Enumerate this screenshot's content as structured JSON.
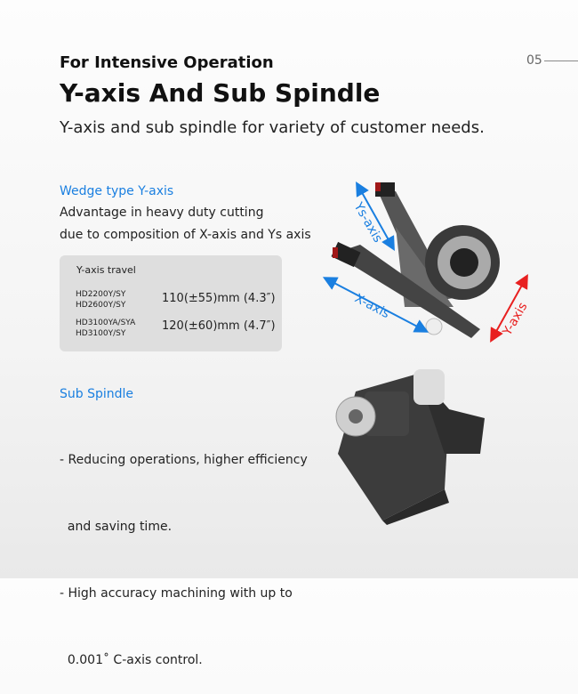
{
  "page_number": "05",
  "kicker": "For Intensive Operation",
  "title": "Y-axis And Sub Spindle",
  "subtitle": "Y-axis and sub spindle for variety of customer needs.",
  "wedge": {
    "heading": "Wedge type Y-axis",
    "lines": [
      "Advantage in heavy duty cutting",
      "due to composition of X-axis and Ys axis"
    ],
    "table": {
      "title": "Y-axis travel",
      "rows": [
        {
          "models": [
            "HD2200Y/SY",
            "HD2600Y/SY"
          ],
          "value": "110(±55)mm (4.3″)"
        },
        {
          "models": [
            "HD3100YA/SYA",
            "HD3100Y/SY"
          ],
          "value": "120(±60)mm (4.7″)"
        }
      ]
    },
    "axis_labels": {
      "ys": "Ys-axis",
      "x": "X-axis",
      "y": "Y-axis"
    }
  },
  "sub": {
    "heading": "Sub Spindle",
    "lines": [
      "- Reducing operations, higher efficiency",
      "  and saving time.",
      "- High accuracy machining with up to",
      "  0.001˚ C-axis control."
    ]
  },
  "colors": {
    "accent": "#1a7fe0",
    "y_axis": "#e82020"
  }
}
